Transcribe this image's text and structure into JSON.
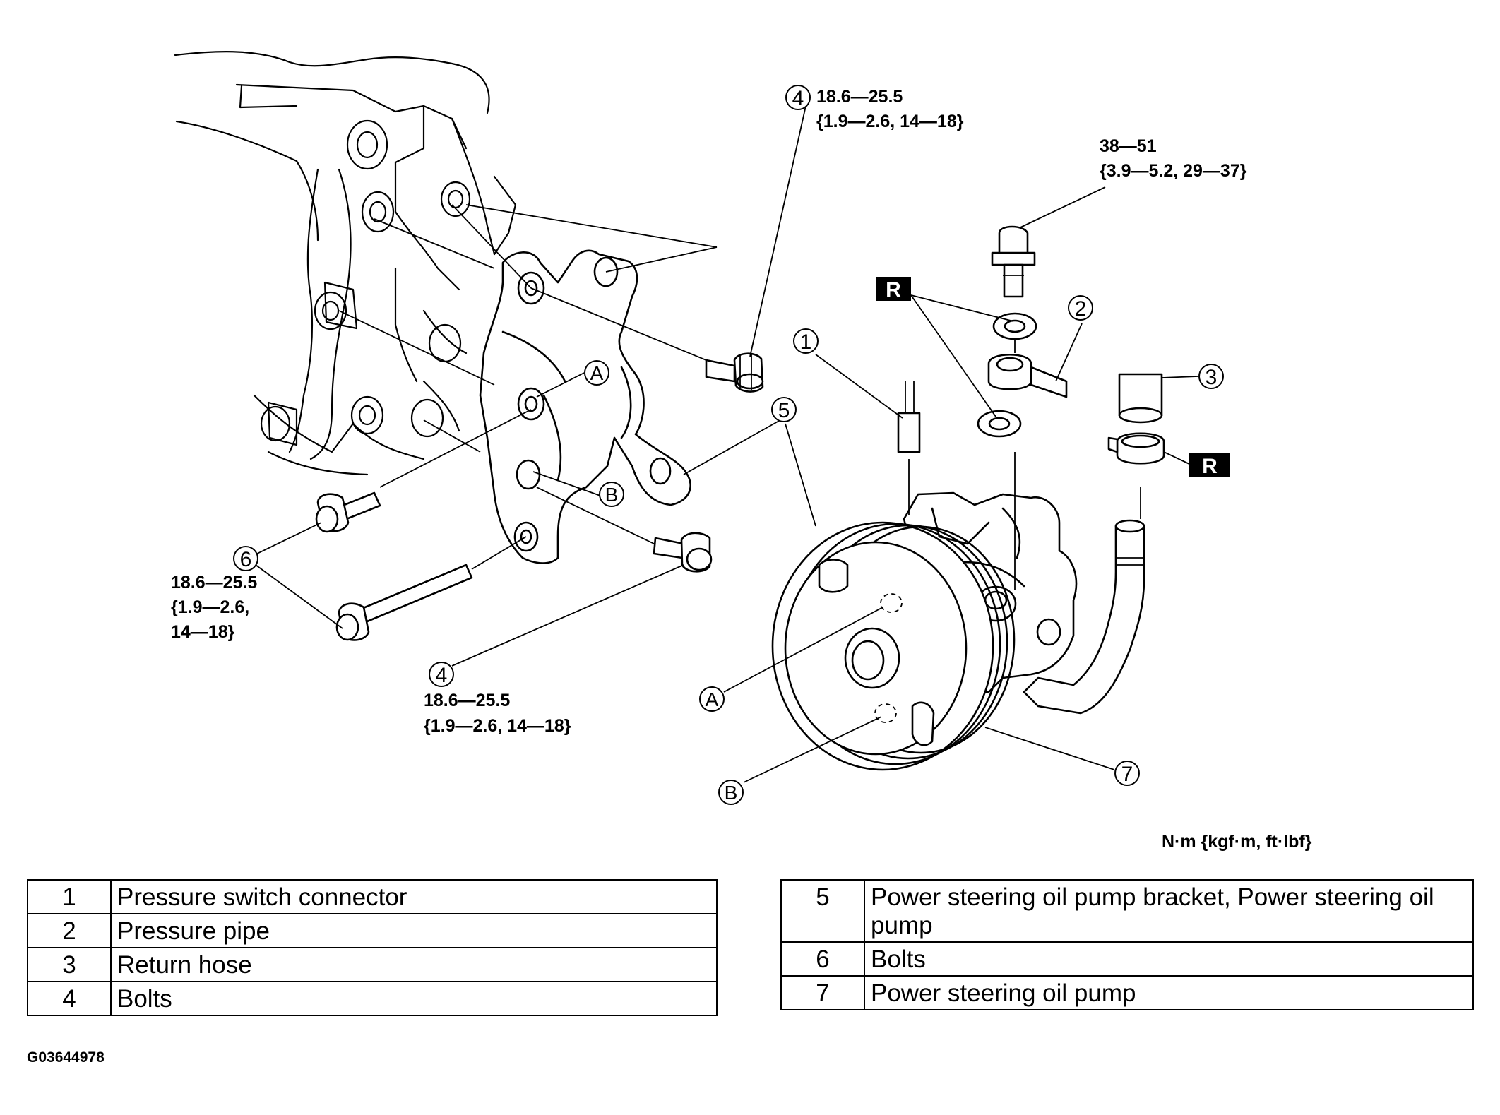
{
  "figure_id": "G03644978",
  "units": "N·m {kgf·m, ft·lbf}",
  "torques": {
    "bolt_4_upper_line1": "18.6—25.5",
    "bolt_4_upper_line2": "{1.9—2.6, 14—18}",
    "pipe_bolt_line1": "38—51",
    "pipe_bolt_line2": "{3.9—5.2, 29—37}",
    "bolt_6_line1": "18.6—25.5",
    "bolt_6_line2": "{1.9—2.6,",
    "bolt_6_line3": "14—18}",
    "bolt_4_lower_line1": "18.6—25.5",
    "bolt_4_lower_line2": "{1.9—2.6, 14—18}"
  },
  "callouts": {
    "c1": "1",
    "c2": "2",
    "c3": "3",
    "c4_upper": "4",
    "c4_lower": "4",
    "c5": "5",
    "c6": "6",
    "c7": "7",
    "a_bracket": "A",
    "b_bracket": "B",
    "a_pulley": "A",
    "b_pulley": "B",
    "r_washers": "R",
    "r_clamp": "R"
  },
  "legend_left": [
    {
      "num": "1",
      "label": "Pressure switch connector"
    },
    {
      "num": "2",
      "label": "Pressure pipe"
    },
    {
      "num": "3",
      "label": "Return hose"
    },
    {
      "num": "4",
      "label": "Bolts"
    }
  ],
  "legend_right": [
    {
      "num": "5",
      "label": "Power steering oil pump bracket, Power steering oil pump"
    },
    {
      "num": "6",
      "label": "Bolts"
    },
    {
      "num": "7",
      "label": "Power steering oil pump"
    }
  ]
}
